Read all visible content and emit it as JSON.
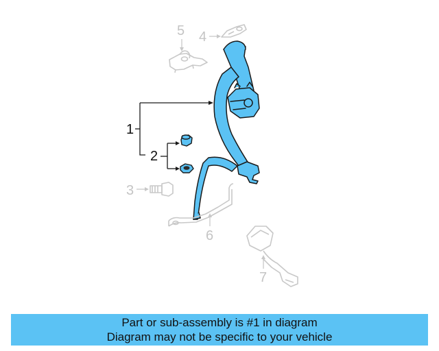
{
  "diagram": {
    "callouts": {
      "c1": "1",
      "c2": "2",
      "c3": "3",
      "c4": "4",
      "c5": "5",
      "c6": "6",
      "c7": "7"
    },
    "highlight_color": "#5bc2f4",
    "outline_color": "#1a1a1a",
    "muted_color": "#c8c8c8",
    "icons": [
      "seat-belt-assembly-icon",
      "anchor-plug-icon",
      "bolt-icon",
      "guide-bracket-icon",
      "retractor-cover-icon",
      "lap-belt-rail-icon",
      "buckle-icon"
    ]
  },
  "caption": {
    "line1": "Part or sub-assembly is #1 in diagram",
    "line2": "Diagram may not be specific to your vehicle",
    "background": "#5bc2f4"
  }
}
